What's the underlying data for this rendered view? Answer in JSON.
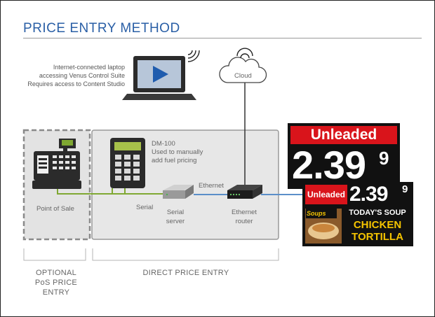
{
  "title": "PRICE ENTRY METHOD",
  "laptop_note": [
    "Internet-connected laptop",
    "accessing Venus Control Suite",
    "Requires access to Content Studio"
  ],
  "cloud_label": "Cloud",
  "dm100_note": [
    "DM-100",
    "Used to manually",
    "add fuel pricing"
  ],
  "pos_label": "Point of Sale",
  "serial_label": "Serial",
  "serial_server_label": [
    "Serial",
    "server"
  ],
  "ethernet_label": "Ethernet",
  "router_label": [
    "Ethernet",
    "router"
  ],
  "optional_section": [
    "OPTIONAL",
    "PoS PRICE",
    "ENTRY"
  ],
  "direct_section": "DIRECT PRICE ENTRY",
  "large_sign": {
    "header": "Unleaded",
    "price_main": "2.39",
    "price_sup": "9"
  },
  "small_sign": {
    "header": "Unleaded",
    "price_main": "2.39",
    "price_sup": "9",
    "promo_heading": "TODAY'S SOUP",
    "promo_line1": "CHICKEN",
    "promo_line2": "TORTILLA",
    "logo_text": "Soups"
  },
  "colors": {
    "title": "#2a5fa6",
    "sign_red": "#d9141b",
    "promo_yellow": "#f5c400",
    "cable_green": "#7fa832",
    "cable_blue": "#5b8fc9"
  }
}
